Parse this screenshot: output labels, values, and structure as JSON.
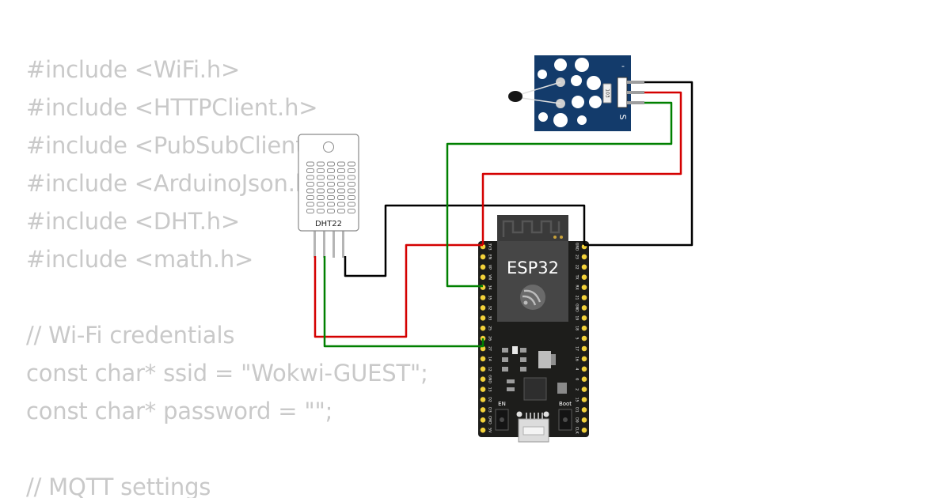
{
  "code_lines": [
    "#include <WiFi.h>",
    "#include <HTTPClient.h>",
    "#include <PubSubClient.h>",
    "#include <ArduinoJson.h>",
    "#include <DHT.h>",
    "#include <math.h>",
    "",
    "// Wi-Fi credentials",
    "const char* ssid = \"Wokwi-GUEST\";",
    "const char* password = \"\";",
    "",
    "// MQTT settings"
  ],
  "dht": {
    "label": "DHT22"
  },
  "esp32": {
    "label": "ESP32",
    "en_label": "EN",
    "boot_label": "Boot",
    "left_pins": [
      "3V3",
      "EN",
      "VP",
      "VN",
      "34",
      "35",
      "32",
      "33",
      "25",
      "26",
      "27",
      "14",
      "12",
      "GND",
      "13",
      "D2",
      "D3",
      "CMD",
      "5V"
    ],
    "right_pins": [
      "GND",
      "23",
      "22",
      "TX",
      "RX",
      "21",
      "GND",
      "19",
      "18",
      "5",
      "17",
      "16",
      "4",
      "0",
      "2",
      "15",
      "D1",
      "D0",
      "CLK"
    ]
  },
  "ntc": {
    "minus_label": "-",
    "s_label": "S",
    "resistor_label": "103"
  },
  "colors": {
    "code_text": "#c9c9c9",
    "wire_red": "#d40000",
    "wire_green": "#008000",
    "wire_black": "#000000",
    "board": "#1d1d1b",
    "sensor_board": "#133b6b",
    "pin": "#f2d13a"
  }
}
